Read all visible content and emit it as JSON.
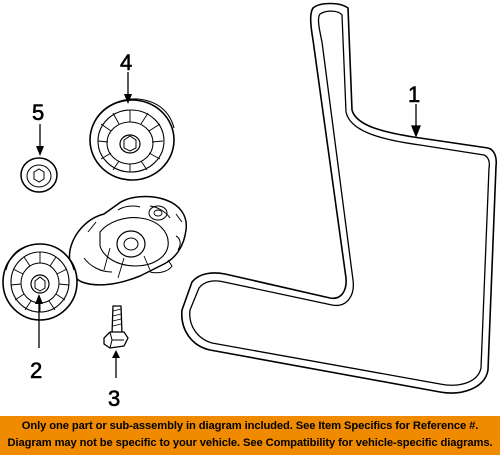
{
  "callouts": {
    "belt": "1",
    "tensioner": "2",
    "bolt": "3",
    "idler_pulley": "4",
    "cap": "5"
  },
  "disclaimer": {
    "line1": "Only one part or sub-assembly in diagram included. See Item Specifics for Reference #.",
    "line2": "Diagram may not be specific to your vehicle. See Compatibility for vehicle-specific diagrams."
  },
  "colors": {
    "banner": "#f08a00",
    "line_art": "#000000",
    "background": "#ffffff"
  }
}
